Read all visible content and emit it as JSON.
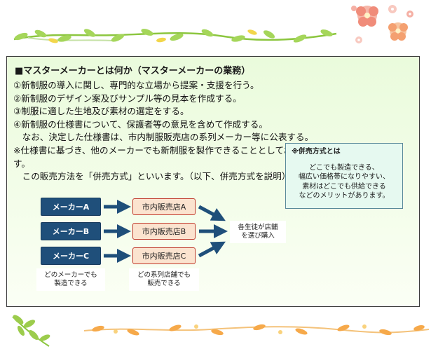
{
  "heading": "■マスターメーカーとは何か（マスターメーカーの業務）",
  "lines": [
    "①新制服の導入に関し、専門的な立場から提案・支援を行う。",
    "②新制服のデザイン案及びサンプル等の見本を作成する。",
    "③制服に適した生地及び素材の選定をする。",
    "④新制服の仕様書について、保護者等の意見を含めて作成する。",
    "　なお、決定した仕様書は、市内制服販売店の系列メーカー等に公表する。",
    "※仕様書に基づき、他のメーカーでも新制服を製作できることとしておりま",
    "す。",
    "　この販売方法を「併売方式」といいます。（以下、併売方式を説明）"
  ],
  "diagram": {
    "makers": [
      "メーカーA",
      "メーカーB",
      "メーカーC"
    ],
    "stores": [
      "市内販売店A",
      "市内販売店B",
      "市内販売店C"
    ],
    "maker_note": "どのメーカーでも\n製造できる",
    "store_note": "どの系列店舗でも\n販売できる",
    "student_note": "各生徒が店舗\nを選び購入"
  },
  "callout": {
    "title": "※併売方式とは",
    "body": "どこでも製造できる、\n幅広い価格帯になりやすい、\n素材はどこでも供給できる\nなどのメリットがあります。"
  },
  "colors": {
    "maker_fill": "#1f4f7a",
    "store_fill": "#fbe3cf",
    "store_border": "#c0392b",
    "arrow": "#1f4f7a",
    "panel_fill": "#eafbdc",
    "callout_fill": "#e6f9f0"
  },
  "decorations": [
    "vine-top",
    "flower-cluster-top-right",
    "vine-bottom",
    "leaf-sprig-bottom-left"
  ]
}
